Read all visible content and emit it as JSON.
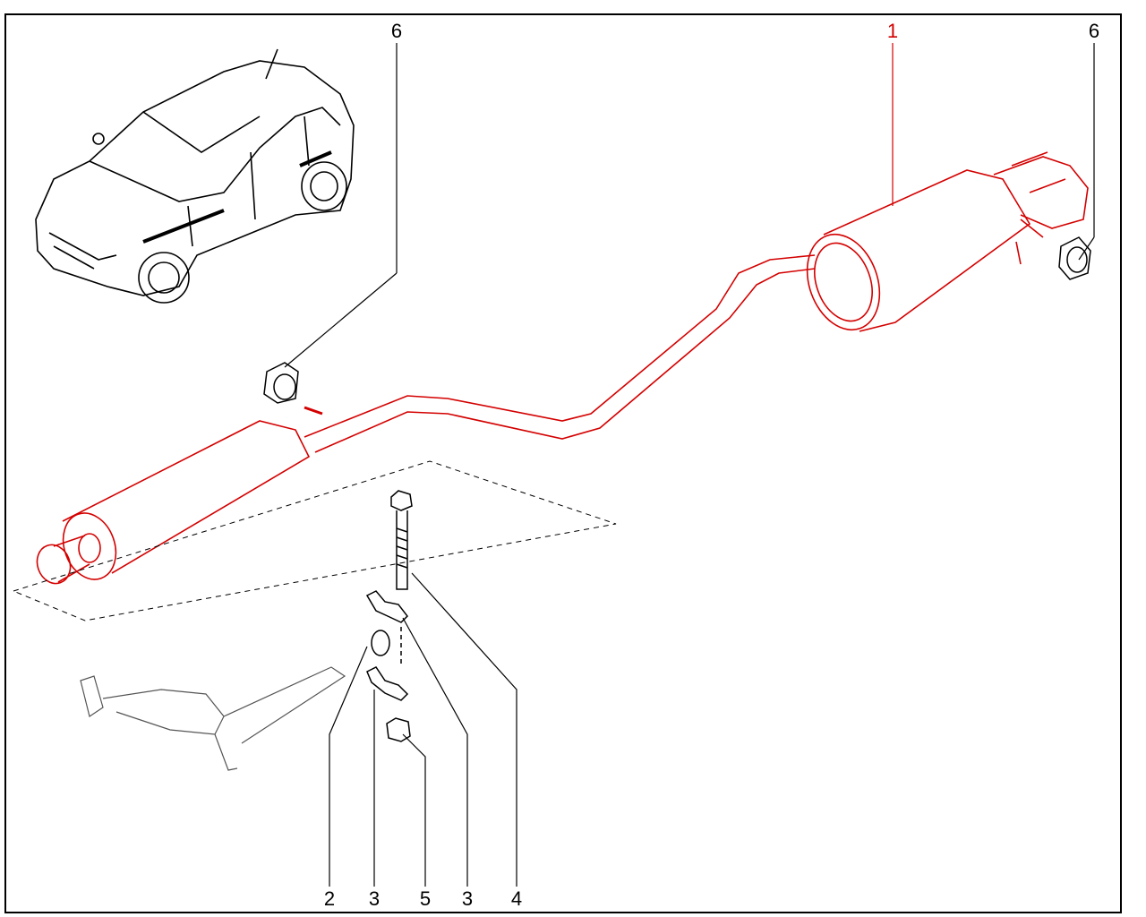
{
  "diagram": {
    "callouts": [
      {
        "id": "top-left-6",
        "text": "6"
      },
      {
        "id": "top-1",
        "text": "1"
      },
      {
        "id": "top-right-6",
        "text": "6"
      },
      {
        "id": "bottom-2",
        "text": "2"
      },
      {
        "id": "bottom-3a",
        "text": "3"
      },
      {
        "id": "bottom-5",
        "text": "5"
      },
      {
        "id": "bottom-3b",
        "text": "3"
      },
      {
        "id": "bottom-4",
        "text": "4"
      }
    ],
    "colors": {
      "highlight": "#d40000",
      "line": "#000000"
    }
  }
}
